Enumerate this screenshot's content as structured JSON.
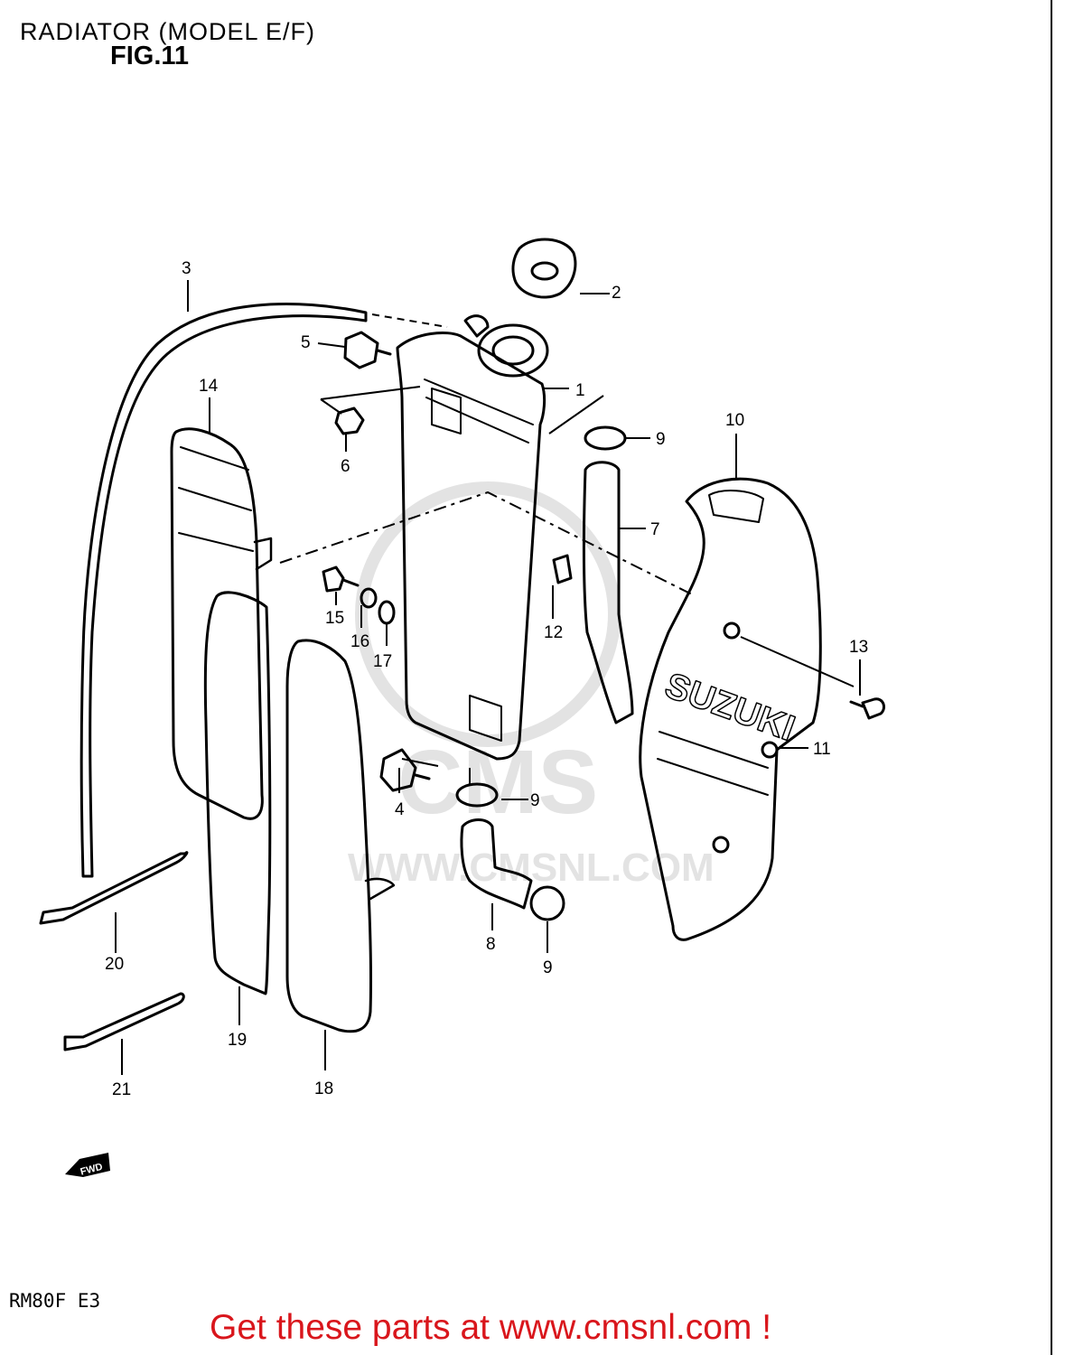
{
  "header": {
    "title": "RADIATOR (MODEL E/F)",
    "figure": "FIG.11"
  },
  "model_code": "RM80F E3",
  "footer": {
    "text": "Get these parts at www.cmsnl.com !"
  },
  "watermark": {
    "logo": "CMS",
    "url": "WWW.CMSNL.COM"
  },
  "fwd_label": "FWD",
  "brand_text": "SUZUKI",
  "callouts": [
    "1",
    "2",
    "3",
    "4",
    "5",
    "6",
    "7",
    "8",
    "9",
    "9",
    "9",
    "10",
    "11",
    "12",
    "13",
    "14",
    "15",
    "16",
    "17",
    "18",
    "19",
    "20",
    "21"
  ]
}
